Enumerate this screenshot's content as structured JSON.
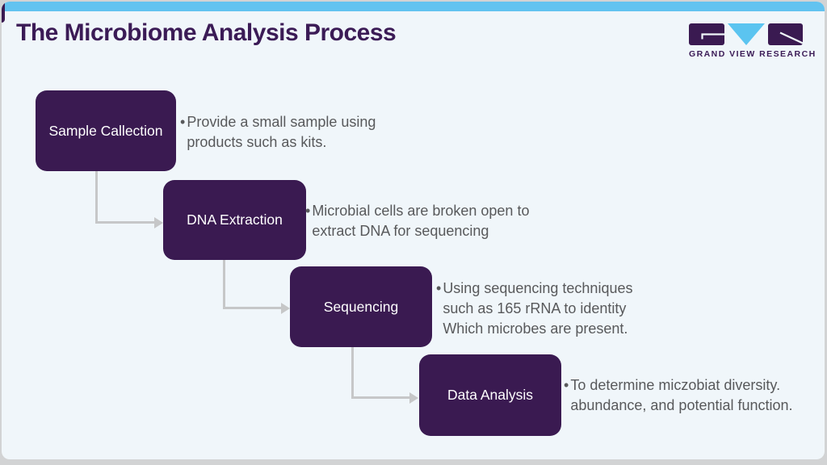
{
  "title": "The Microbiome Analysis Process",
  "logo": {
    "wordmark": "GRAND VIEW RESEARCH"
  },
  "bullet": "•",
  "steps": [
    {
      "label": "Sample Callection",
      "desc": [
        "Provide a small sample using",
        "products such as kits."
      ]
    },
    {
      "label": "DNA Extraction",
      "desc": [
        "Microbial cells are broken open to",
        "extract DNA for sequencing"
      ]
    },
    {
      "label": "Sequencing",
      "desc": [
        "Using sequencing techniques",
        "such as 165 rRNA to identity",
        "Which microbes are present."
      ]
    },
    {
      "label": "Data Analysis",
      "desc": [
        "To determine miczobiat diversity.",
        "abundance, and potential function."
      ]
    }
  ],
  "colors": {
    "box_purple": "#3a1a51",
    "title_purple": "#3b1b56",
    "accent_blue": "#62c3f0",
    "card_background": "#f0f6fa",
    "body_text_gray": "#58595b",
    "connector_gray": "#c6c7c8"
  }
}
